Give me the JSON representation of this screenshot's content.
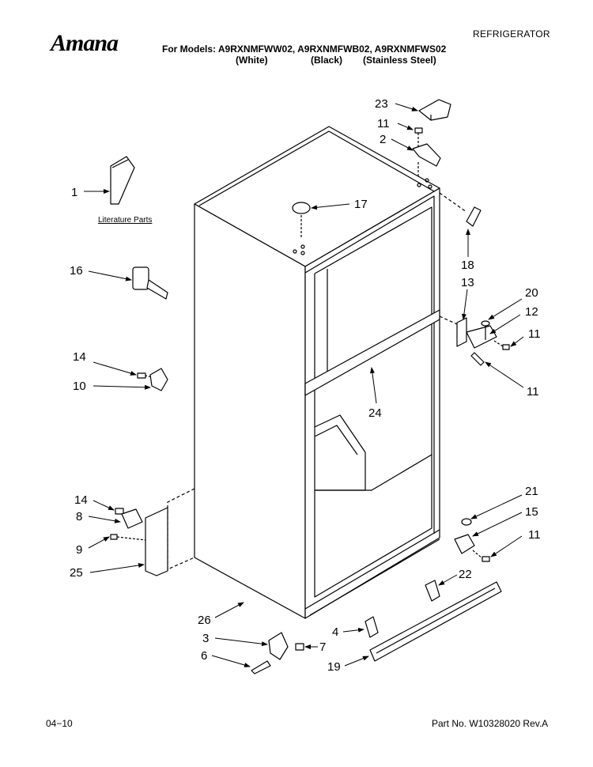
{
  "header": {
    "brand": "Amana",
    "doc_type": "REFRIGERATOR",
    "models_line": "For Models: A9RXNMFWW02, A9RXNMFWB02, A9RXNMFWS02",
    "variants": [
      "(White)",
      "(Black)",
      "(Stainless Steel)"
    ]
  },
  "diagram": {
    "callouts": {
      "c23": "23",
      "c11a": "11",
      "c2": "2",
      "c1": "1",
      "c17": "17",
      "c18": "18",
      "c16": "16",
      "c13": "13",
      "c20": "20",
      "c12": "12",
      "c11b": "11",
      "c11c": "11",
      "c14a": "14",
      "c10": "10",
      "c24": "24",
      "c21": "21",
      "c14b": "14",
      "c15": "15",
      "c8": "8",
      "c11d": "11",
      "c9": "9",
      "c25": "25",
      "c22": "22",
      "c26": "26",
      "c4": "4",
      "c3": "3",
      "c7": "7",
      "c6": "6",
      "c19": "19"
    },
    "literature_label": "Literature Parts"
  },
  "footer": {
    "date": "04−10",
    "part_no": "Part No. W10328020 Rev.A"
  }
}
